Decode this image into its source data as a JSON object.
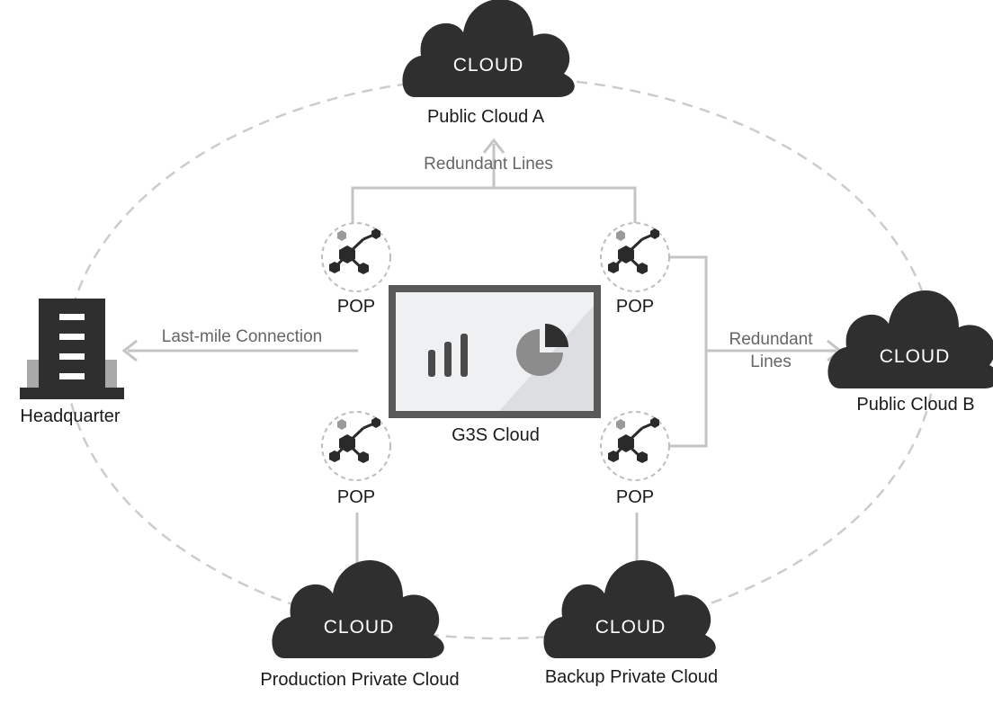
{
  "diagram": {
    "clouds": [
      {
        "id": "public-cloud-a",
        "word": "CLOUD",
        "label": "Public Cloud A"
      },
      {
        "id": "public-cloud-b",
        "word": "CLOUD",
        "label": "Public Cloud B"
      },
      {
        "id": "production-private-cloud",
        "word": "CLOUD",
        "label": "Production Private Cloud"
      },
      {
        "id": "backup-private-cloud",
        "word": "CLOUD",
        "label": "Backup Private Cloud"
      }
    ],
    "headquarter": {
      "label": "Headquarter"
    },
    "center": {
      "label": "G3S Cloud"
    },
    "pops": [
      {
        "label": "POP"
      },
      {
        "label": "POP"
      },
      {
        "label": "POP"
      },
      {
        "label": "POP"
      }
    ],
    "connections": {
      "redundant_top": "Redundant Lines",
      "redundant_right_line1": "Redundant",
      "redundant_right_line2": "Lines",
      "last_mile": "Last-mile Connection"
    },
    "colors": {
      "cloud": "#2f2f2f",
      "line": "#c4c4c4",
      "dashed": "#cccccc",
      "monitor_frame": "#595959",
      "text": "#1a1a1a",
      "muted_text": "#666666"
    }
  }
}
